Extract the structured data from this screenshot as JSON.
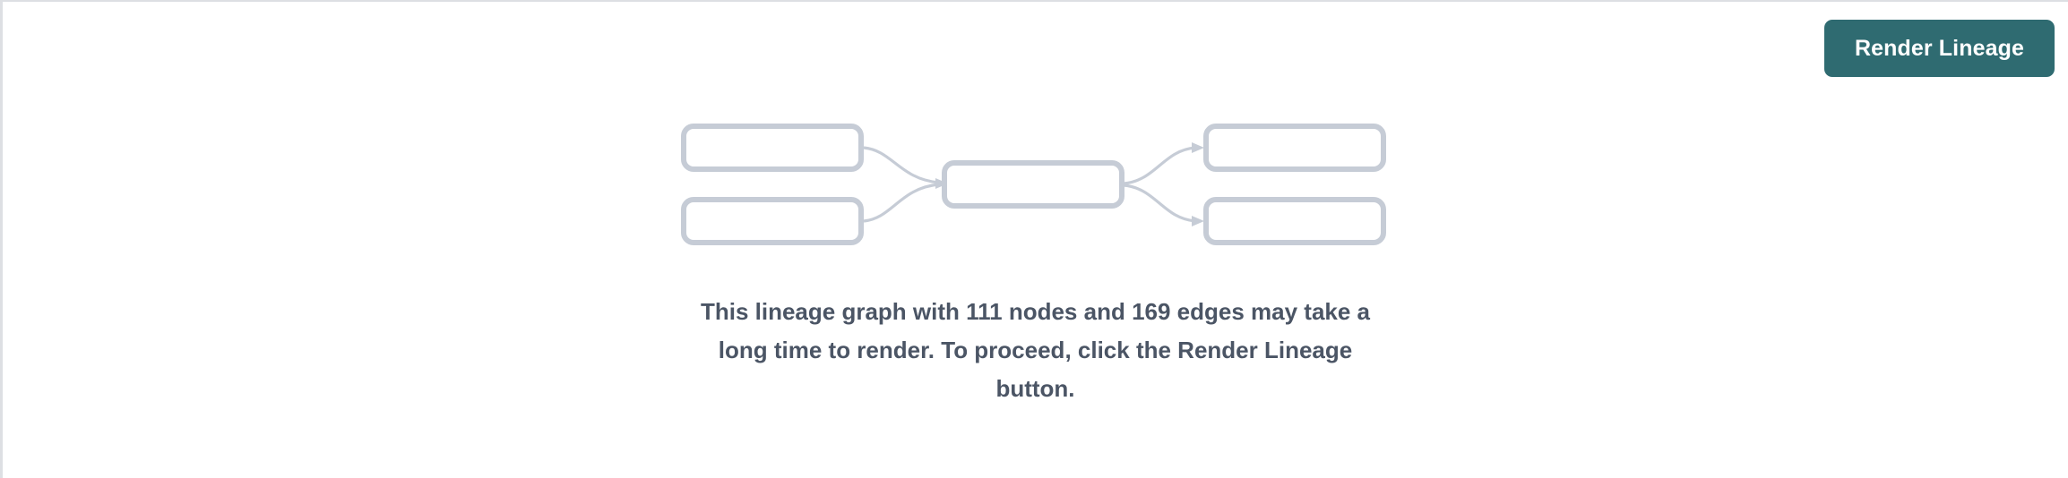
{
  "panel": {
    "background_color": "#ffffff",
    "border_color": "#dddfe3"
  },
  "toolbar": {
    "render_lineage_label": "Render Lineage",
    "button_color": "#2f6b71",
    "button_text_color": "#ffffff"
  },
  "graph_placeholder": {
    "node_border_color": "#c6ccd6",
    "edge_color": "#c6ccd6",
    "nodes": [
      {
        "id": "source-1",
        "label": "",
        "column": "left",
        "row": "top"
      },
      {
        "id": "source-2",
        "label": "",
        "column": "left",
        "row": "bottom"
      },
      {
        "id": "center-1",
        "label": "",
        "column": "center",
        "row": "middle"
      },
      {
        "id": "target-1",
        "label": "",
        "column": "right",
        "row": "top"
      },
      {
        "id": "target-2",
        "label": "",
        "column": "right",
        "row": "bottom"
      }
    ],
    "edges": [
      {
        "from": "source-1",
        "to": "center-1"
      },
      {
        "from": "source-2",
        "to": "center-1"
      },
      {
        "from": "center-1",
        "to": "target-1"
      },
      {
        "from": "center-1",
        "to": "target-2"
      }
    ]
  },
  "message": {
    "node_count": "111",
    "edge_count": "169",
    "text": "This lineage graph with 111 nodes and 169 edges may take a long time to render. To proceed, click the Render Lineage button.",
    "text_color": "#4b5565"
  }
}
